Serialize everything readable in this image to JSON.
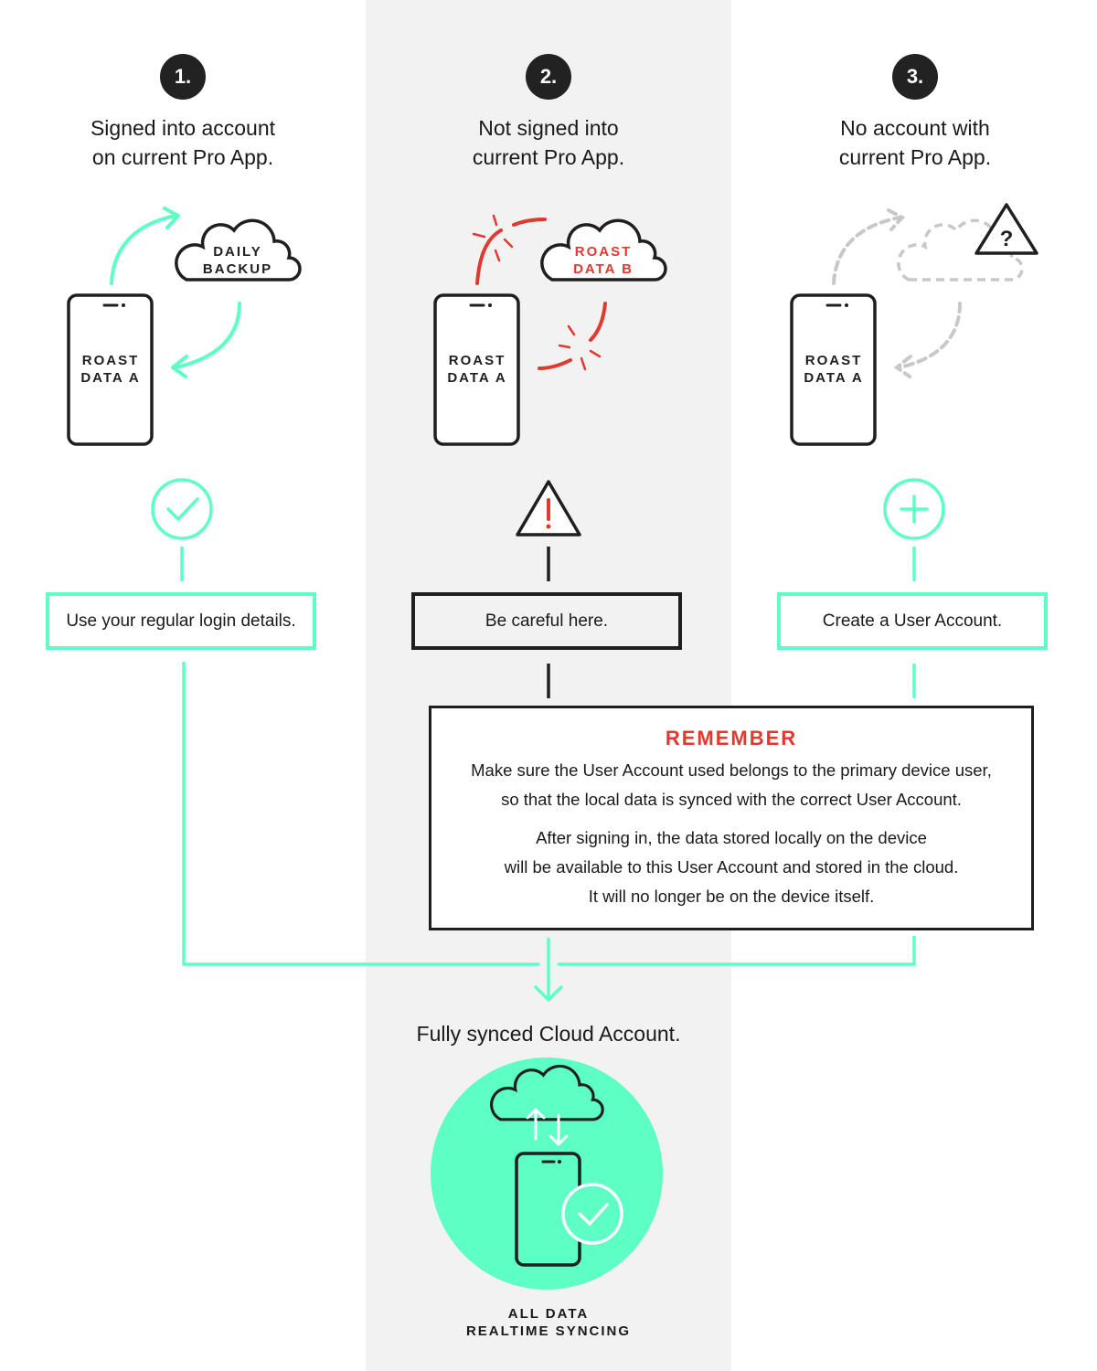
{
  "steps": [
    {
      "number": "1.",
      "title_lines": [
        "Signed into account",
        "on current Pro App."
      ],
      "device_label": [
        "ROAST",
        "DATA A"
      ],
      "cloud_label": [
        "DAILY",
        "BACKUP"
      ],
      "status_icon": "check-circle-icon",
      "action": "Use your regular login details."
    },
    {
      "number": "2.",
      "title_lines": [
        "Not signed into",
        "current Pro App."
      ],
      "device_label": [
        "ROAST",
        "DATA A"
      ],
      "cloud_label": [
        "ROAST",
        "DATA B"
      ],
      "status_icon": "warning-triangle-icon",
      "action": "Be careful here."
    },
    {
      "number": "3.",
      "title_lines": [
        "No account with",
        "current Pro App."
      ],
      "device_label": [
        "ROAST",
        "DATA A"
      ],
      "cloud_label": [],
      "status_icon": "plus-circle-icon",
      "action": "Create a User Account."
    }
  ],
  "remember": {
    "heading": "REMEMBER",
    "paragraph1": [
      "Make sure the User Account used belongs to the primary device user,",
      "so that the local data is synced with the correct User Account."
    ],
    "paragraph2": [
      "After signing in, the data stored locally on the device",
      "will be available to this User Account and stored in the cloud.",
      "It will no longer be on the device itself."
    ]
  },
  "final": {
    "title": "Fully synced Cloud Account.",
    "caption": [
      "ALL DATA",
      "REALTIME SYNCING"
    ]
  },
  "colors": {
    "accent": "#5effc4",
    "warning": "#e03a2f",
    "ink": "#1f1f1f",
    "muted": "#c8c8c8",
    "band": "#f2f2f2"
  }
}
